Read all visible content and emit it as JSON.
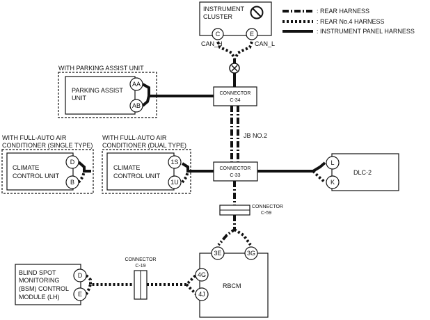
{
  "legend": {
    "rear": ": REAR HARNESS",
    "rear_no4": ": REAR No.4 HARNESS",
    "instrument_panel": ": INSTRUMENT PANEL HARNESS"
  },
  "instrument_cluster": {
    "title_line1": "INSTRUMENT",
    "title_line2": "CLUSTER",
    "pin_c": "C",
    "pin_e": "E",
    "can_h": "CAN_H",
    "can_l": "CAN_L"
  },
  "parking_assist": {
    "group_label": "WITH PARKING ASSIST UNIT",
    "name_line1": "PARKING ASSIST",
    "name_line2": "UNIT",
    "pin_aa": "AA",
    "pin_ab": "AB"
  },
  "climate_single": {
    "group_line1": "WITH FULL-AUTO AIR",
    "group_line2": "CONDITIONER (SINGLE TYPE)",
    "name_line1": "CLIMATE",
    "name_line2": "CONTROL UNIT",
    "pin_d": "D",
    "pin_b": "B"
  },
  "climate_dual": {
    "group_line1": "WITH FULL-AUTO AIR",
    "group_line2": "CONDITIONER (DUAL TYPE)",
    "name_line1": "CLIMATE",
    "name_line2": "CONTROL UNIT",
    "pin_1s": "1S",
    "pin_1u": "1U"
  },
  "connectors": {
    "c34_line1": "CONNECTOR",
    "c34_line2": "C-34",
    "c33_line1": "CONNECTOR",
    "c33_line2": "C-33",
    "c59_line1": "CONNECTOR",
    "c59_line2": "C-59",
    "c19_line1": "CONNECTOR",
    "c19_line2": "C-19",
    "jb_label": "JB NO.2"
  },
  "dlc": {
    "name": "DLC-2",
    "pin_l": "L",
    "pin_k": "K"
  },
  "rbcm": {
    "name": "RBCM",
    "pin_3e": "3E",
    "pin_3g": "3G",
    "pin_4g": "4G",
    "pin_4j": "4J"
  },
  "bsm": {
    "name_line1": "BLIND SPOT",
    "name_line2": "MONITORING",
    "name_line3": "(BSM) CONTROL",
    "name_line4": "MODULE (LH)",
    "pin_d": "D",
    "pin_e": "E"
  }
}
